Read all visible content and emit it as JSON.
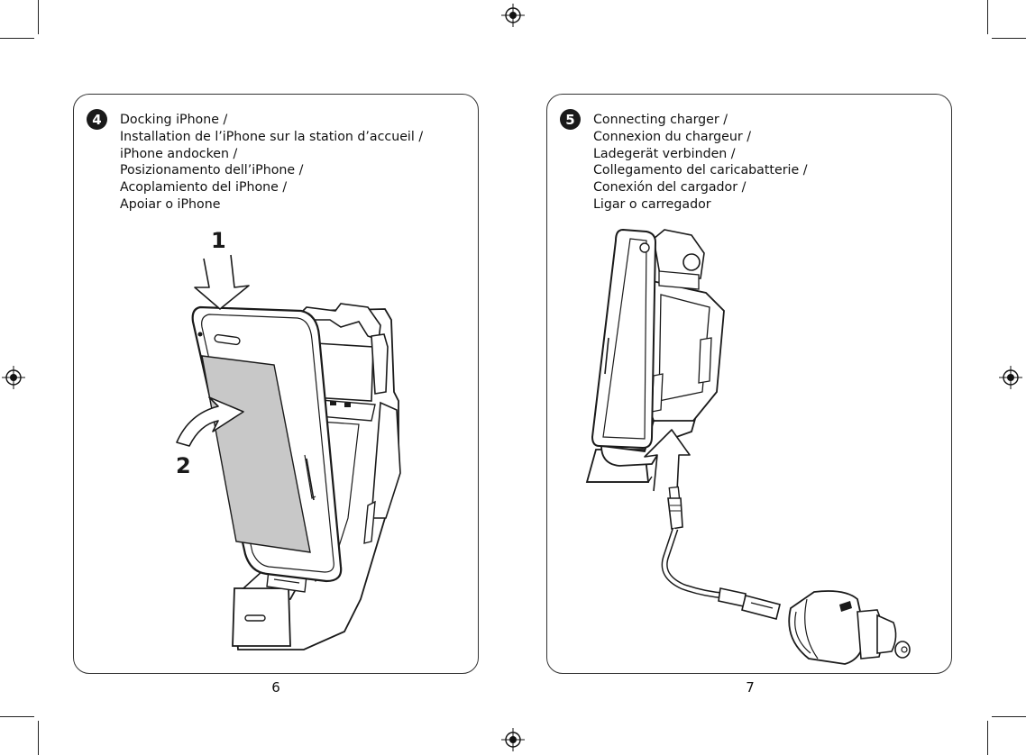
{
  "steps": [
    {
      "number": "4",
      "lines": [
        "Docking iPhone /",
        "Installation de l’iPhone sur la station d’accueil /",
        "iPhone andocken /",
        "Posizionamento dell’iPhone /",
        "Acoplamiento del iPhone /",
        "Apoiar o iPhone"
      ],
      "callout_1": "1",
      "callout_2": "2"
    },
    {
      "number": "5",
      "lines": [
        "Connecting charger /",
        "Connexion du chargeur /",
        "Ladegerät verbinden /",
        "Collegamento del caricabatterie /",
        "Conexión del cargador /",
        "Ligar o carregador"
      ]
    }
  ],
  "page_numbers": [
    "6",
    "7"
  ],
  "icons": {
    "registration_mark": "crosshair-circle-icon",
    "arrow": "push-arrow-icon",
    "rotate": "curved-arrow-icon"
  },
  "colors": {
    "line": "#1a1a1a",
    "screen_gray": "#c8c8c8",
    "panel_border": "#333333"
  }
}
